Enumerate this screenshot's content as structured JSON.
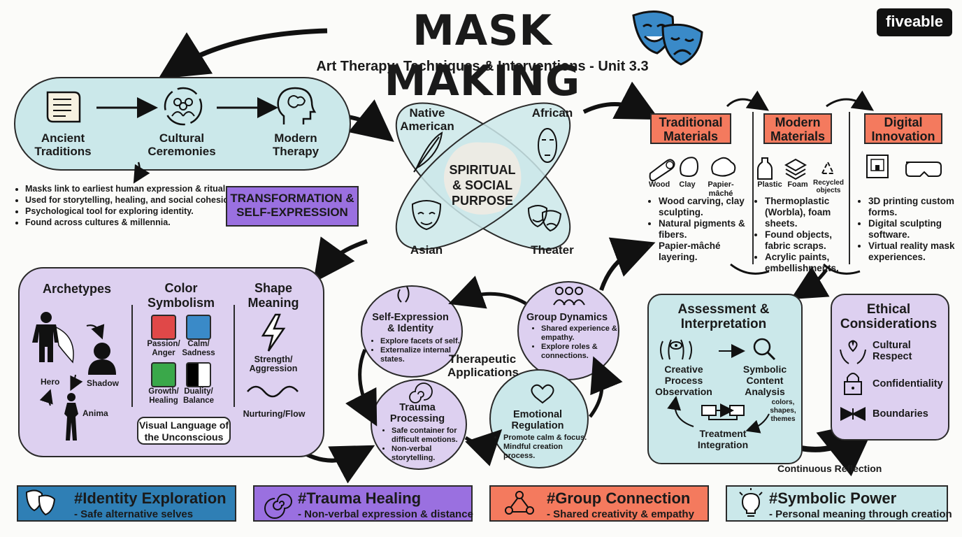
{
  "header": {
    "title": "MASK MAKING",
    "subtitle": "Art Therapy: Techniques & Interventions - Unit 3.3",
    "logo": "fiveable",
    "title_icon": "theater-masks-icon"
  },
  "history": {
    "steps": [
      {
        "label": "Ancient Traditions",
        "icon": "scroll-icon"
      },
      {
        "label": "Cultural Ceremonies",
        "icon": "people-circle-icon"
      },
      {
        "label": "Modern Therapy",
        "icon": "head-brain-icon"
      }
    ],
    "bullets": [
      "Masks link to earliest human expression & ritual.",
      "Used for storytelling, healing, and social cohesion.",
      "Psychological tool for exploring identity.",
      "Found across cultures & millennia."
    ],
    "badge": "TRANSFORMATION & SELF-EXPRESSION"
  },
  "cultures": {
    "center": "SPIRITUAL & SOCIAL PURPOSE",
    "petals": [
      "Native American",
      "African",
      "Asian",
      "Theater"
    ]
  },
  "materials": {
    "columns": [
      {
        "heading": "Traditional Materials",
        "items": [
          "Wood",
          "Clay",
          "Papier-mâché"
        ],
        "bullets": [
          "Wood carving, clay sculpting.",
          "Natural pigments & fibers.",
          "Papier-mâché layering."
        ]
      },
      {
        "heading": "Modern Materials",
        "items": [
          "Plastic",
          "Foam",
          "Recycled objects"
        ],
        "bullets": [
          "Thermoplastic (Worbla), foam sheets.",
          "Found objects, fabric scraps.",
          "Acrylic paints, embellishments."
        ]
      },
      {
        "heading": "Digital Innovation",
        "items": [],
        "bullets": [
          "3D printing custom forms.",
          "Digital sculpting software.",
          "Virtual reality mask experiences."
        ]
      }
    ],
    "heading_color": "#f47a5e"
  },
  "symbolism": {
    "archetypes": {
      "heading": "Archetypes",
      "figures": [
        "Hero",
        "Shadow",
        "Anima"
      ]
    },
    "color": {
      "heading": "Color Symbolism",
      "swatches": [
        {
          "label": "Passion/ Anger",
          "color": "#e04848"
        },
        {
          "label": "Calm/ Sadness",
          "color": "#3a8ac8"
        },
        {
          "label": "Growth/ Healing",
          "color": "#3aa84a"
        },
        {
          "label": "Duality/ Balance",
          "color": "#000000"
        }
      ]
    },
    "shape": {
      "heading": "Shape Meaning",
      "items": [
        "Strength/ Aggression",
        "Nurturing/Flow"
      ]
    },
    "caption": "Visual Language of the Unconscious"
  },
  "therapeutic": {
    "center": "Therapeutic Applications",
    "nodes": [
      {
        "title": "Self-Expression & Identity",
        "bullets": [
          "Explore facets of self.",
          "Externalize internal states."
        ]
      },
      {
        "title": "Group Dynamics",
        "bullets": [
          "Shared experience & empathy.",
          "Explore roles & connections."
        ]
      },
      {
        "title": "Trauma Processing",
        "bullets": [
          "Safe container for difficult emotions.",
          "Non-verbal storytelling."
        ]
      },
      {
        "title": "Emotional Regulation",
        "bullets": [
          "Promote calm & focus.",
          "Mindful creation process."
        ]
      }
    ]
  },
  "assessment": {
    "heading": "Assessment & Interpretation",
    "steps": [
      "Creative Process Observation",
      "Symbolic Content Analysis",
      "Treatment Integration"
    ],
    "note": "colors, shapes, themes",
    "flow_label": "Continuous Reflection"
  },
  "ethics": {
    "heading": "Ethical Considerations",
    "items": [
      "Cultural Respect",
      "Confidentiality",
      "Boundaries"
    ]
  },
  "footer": [
    {
      "tag": "#Identity Exploration",
      "desc": "- Safe alternative selves",
      "color": "#2f7fb5",
      "icon": "masks-icon"
    },
    {
      "tag": "#Trauma Healing",
      "desc": "- Non-verbal expression & distance",
      "color": "#9a70e0",
      "icon": "spiral-icon"
    },
    {
      "tag": "#Group Connection",
      "desc": "- Shared creativity & empathy",
      "color": "#f47a5e",
      "icon": "network-icon"
    },
    {
      "tag": "#Symbolic Power",
      "desc": "- Personal meaning through creation",
      "color": "#cbe8ea",
      "icon": "lightbulb-icon"
    }
  ]
}
